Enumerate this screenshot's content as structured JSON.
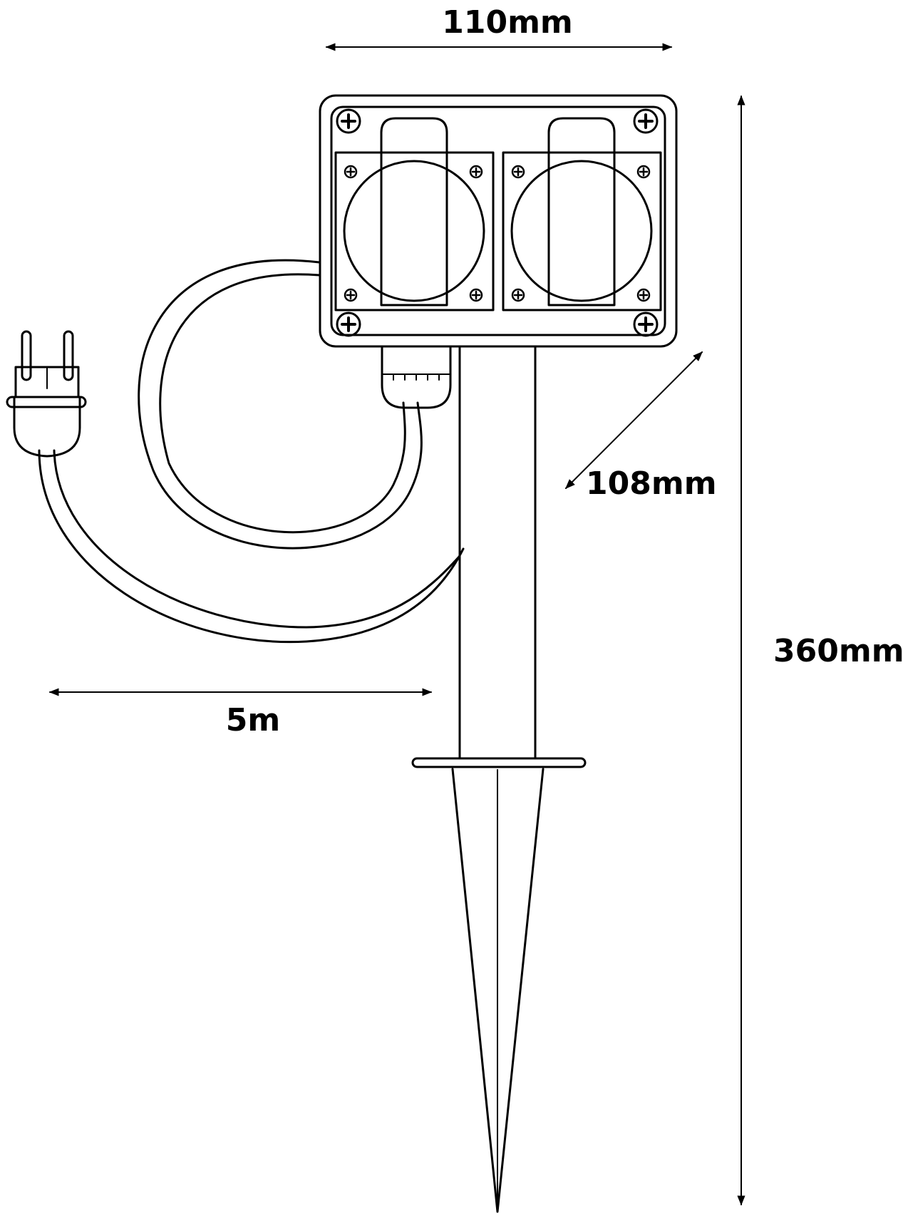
{
  "dimensions": {
    "width_label": "110mm",
    "depth_label": "108mm",
    "height_label": "360mm",
    "cable_label": "5m"
  },
  "colors": {
    "line": "#000000",
    "background": "#ffffff"
  },
  "icons": [
    "screw-icon",
    "socket-icon",
    "plug-icon",
    "arrow-icon"
  ]
}
